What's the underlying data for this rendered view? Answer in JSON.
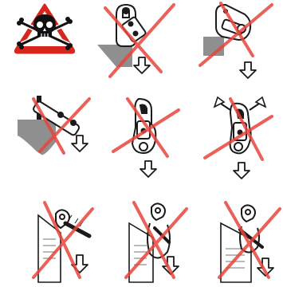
{
  "figure": {
    "panels": [
      {
        "id": "danger-symbol",
        "icon": "skull-crossbones-warning-triangle"
      },
      {
        "id": "snap-hook-loaded-against-edge",
        "icon": "prohibited-snap-hook-edge"
      },
      {
        "id": "snap-hook-gate-against-edge",
        "icon": "prohibited-snap-hook-gate-edge"
      },
      {
        "id": "hook-loaded-over-bar",
        "icon": "prohibited-hook-over-bar"
      },
      {
        "id": "hook-tip-loaded",
        "icon": "prohibited-hook-tip-loading"
      },
      {
        "id": "hook-multi-direction-load",
        "icon": "prohibited-hook-multi-direction"
      },
      {
        "id": "carabiner-cross-loaded-edge",
        "icon": "prohibited-carabiner-cross-load"
      },
      {
        "id": "carabiner-gate-loaded-edge",
        "icon": "prohibited-carabiner-gate-load"
      },
      {
        "id": "carabiner-rope-over-edge",
        "icon": "prohibited-carabiner-rope-edge"
      }
    ],
    "colors": {
      "prohibited_cross": "#e8453c",
      "warning_red": "#d7261e",
      "metal_gray": "#8f8f8f",
      "outline": "#1a1a1a"
    }
  }
}
